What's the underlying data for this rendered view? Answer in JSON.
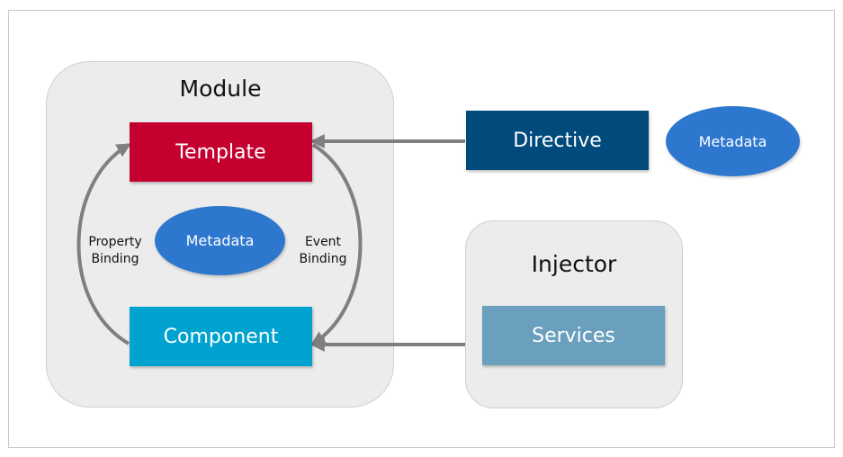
{
  "module": {
    "title": "Module",
    "template_label": "Template",
    "component_label": "Component",
    "metadata_label": "Metadata",
    "property_binding_label": "Property\nBinding",
    "event_binding_label": "Event\nBinding"
  },
  "directive": {
    "label": "Directive",
    "metadata_label": "Metadata"
  },
  "injector": {
    "title": "Injector",
    "services_label": "Services"
  },
  "colors": {
    "template": "#c4002f",
    "component": "#00a3cf",
    "directive": "#004a7c",
    "services": "#6a9fbe",
    "metadata": "#2e77ce",
    "panel": "#ececec",
    "arrow": "#7f7f7f"
  }
}
